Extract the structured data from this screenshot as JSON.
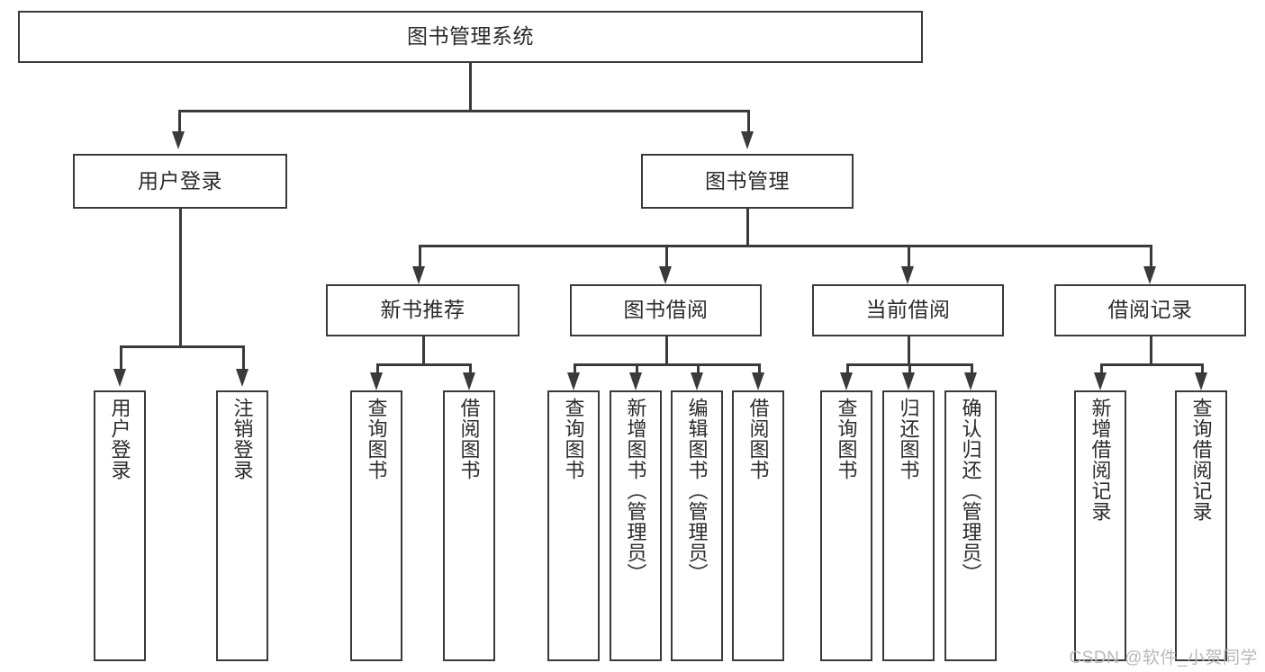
{
  "diagram": {
    "title": "图书管理系统",
    "type": "hierarchy-tree",
    "watermark": "CSDN @软件_小贺同学",
    "colors": {
      "stroke": "#3a3a3a",
      "fill": "#ffffff",
      "text": "#2b2b2b",
      "watermark": "#b9b9b9"
    },
    "levels": {
      "root": {
        "label": "图书管理系统"
      },
      "level2": [
        {
          "id": "user-login",
          "label": "用户登录"
        },
        {
          "id": "book-management",
          "label": "图书管理"
        }
      ],
      "level3": [
        {
          "id": "new-book-recommend",
          "label": "新书推荐"
        },
        {
          "id": "book-borrow",
          "label": "图书借阅"
        },
        {
          "id": "current-borrow",
          "label": "当前借阅"
        },
        {
          "id": "borrow-record",
          "label": "借阅记录"
        }
      ],
      "leaves": {
        "user-login": [
          {
            "id": "leaf-user-login",
            "label": "用户登录"
          },
          {
            "id": "leaf-logout-login",
            "label": "注销登录"
          }
        ],
        "new-book-recommend": [
          {
            "id": "leaf-query-book-1",
            "label": "查询图书"
          },
          {
            "id": "leaf-borrow-book-1",
            "label": "借阅图书"
          }
        ],
        "book-borrow": [
          {
            "id": "leaf-query-book-2",
            "label": "查询图书"
          },
          {
            "id": "leaf-add-book-admin",
            "label": "新增图书（管理员）"
          },
          {
            "id": "leaf-edit-book-admin",
            "label": "编辑图书（管理员）"
          },
          {
            "id": "leaf-borrow-book-2",
            "label": "借阅图书"
          }
        ],
        "current-borrow": [
          {
            "id": "leaf-query-book-3",
            "label": "查询图书"
          },
          {
            "id": "leaf-return-book",
            "label": "归还图书"
          },
          {
            "id": "leaf-confirm-return-admin",
            "label": "确认归还（管理员）"
          }
        ],
        "borrow-record": [
          {
            "id": "leaf-add-borrow-record",
            "label": "新增借阅记录"
          },
          {
            "id": "leaf-query-borrow-record",
            "label": "查询借阅记录"
          }
        ]
      }
    }
  }
}
